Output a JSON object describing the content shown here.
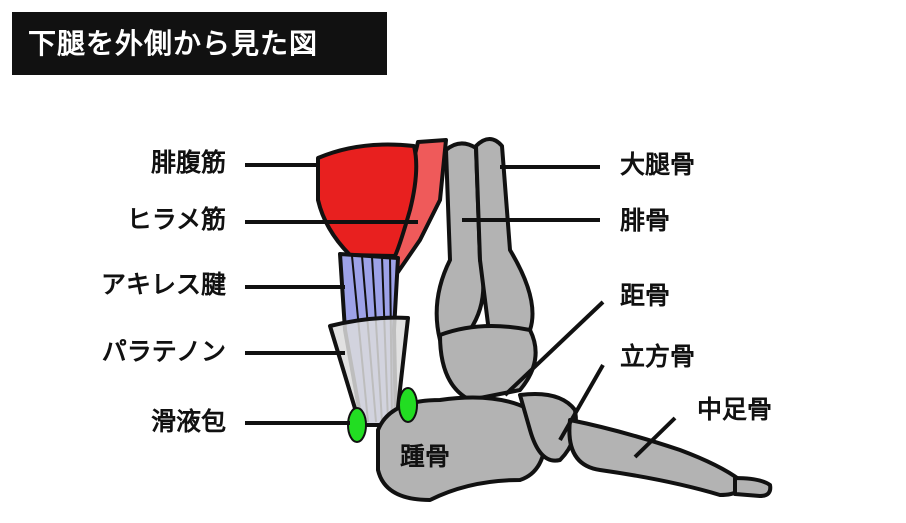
{
  "title": "下腿を外側から見た図",
  "left_labels": {
    "gastrocnemius": "腓腹筋",
    "soleus": "ヒラメ筋",
    "achilles": "アキレス腱",
    "paratenon": "パラテノン",
    "bursa": "滑液包"
  },
  "right_labels": {
    "femur": "大腿骨",
    "fibula": "腓骨",
    "talus": "距骨",
    "cuboid": "立方骨",
    "metatarsal": "中足骨"
  },
  "inner_labels": {
    "calcaneus": "踵骨"
  },
  "colors": {
    "muscle": "#e8201f",
    "soleus": "#ef5a5a",
    "tendon": "#9da2e8",
    "sheath": "#dcdcdc",
    "bursa": "#22dd22",
    "bone": "#b3b3b3"
  }
}
